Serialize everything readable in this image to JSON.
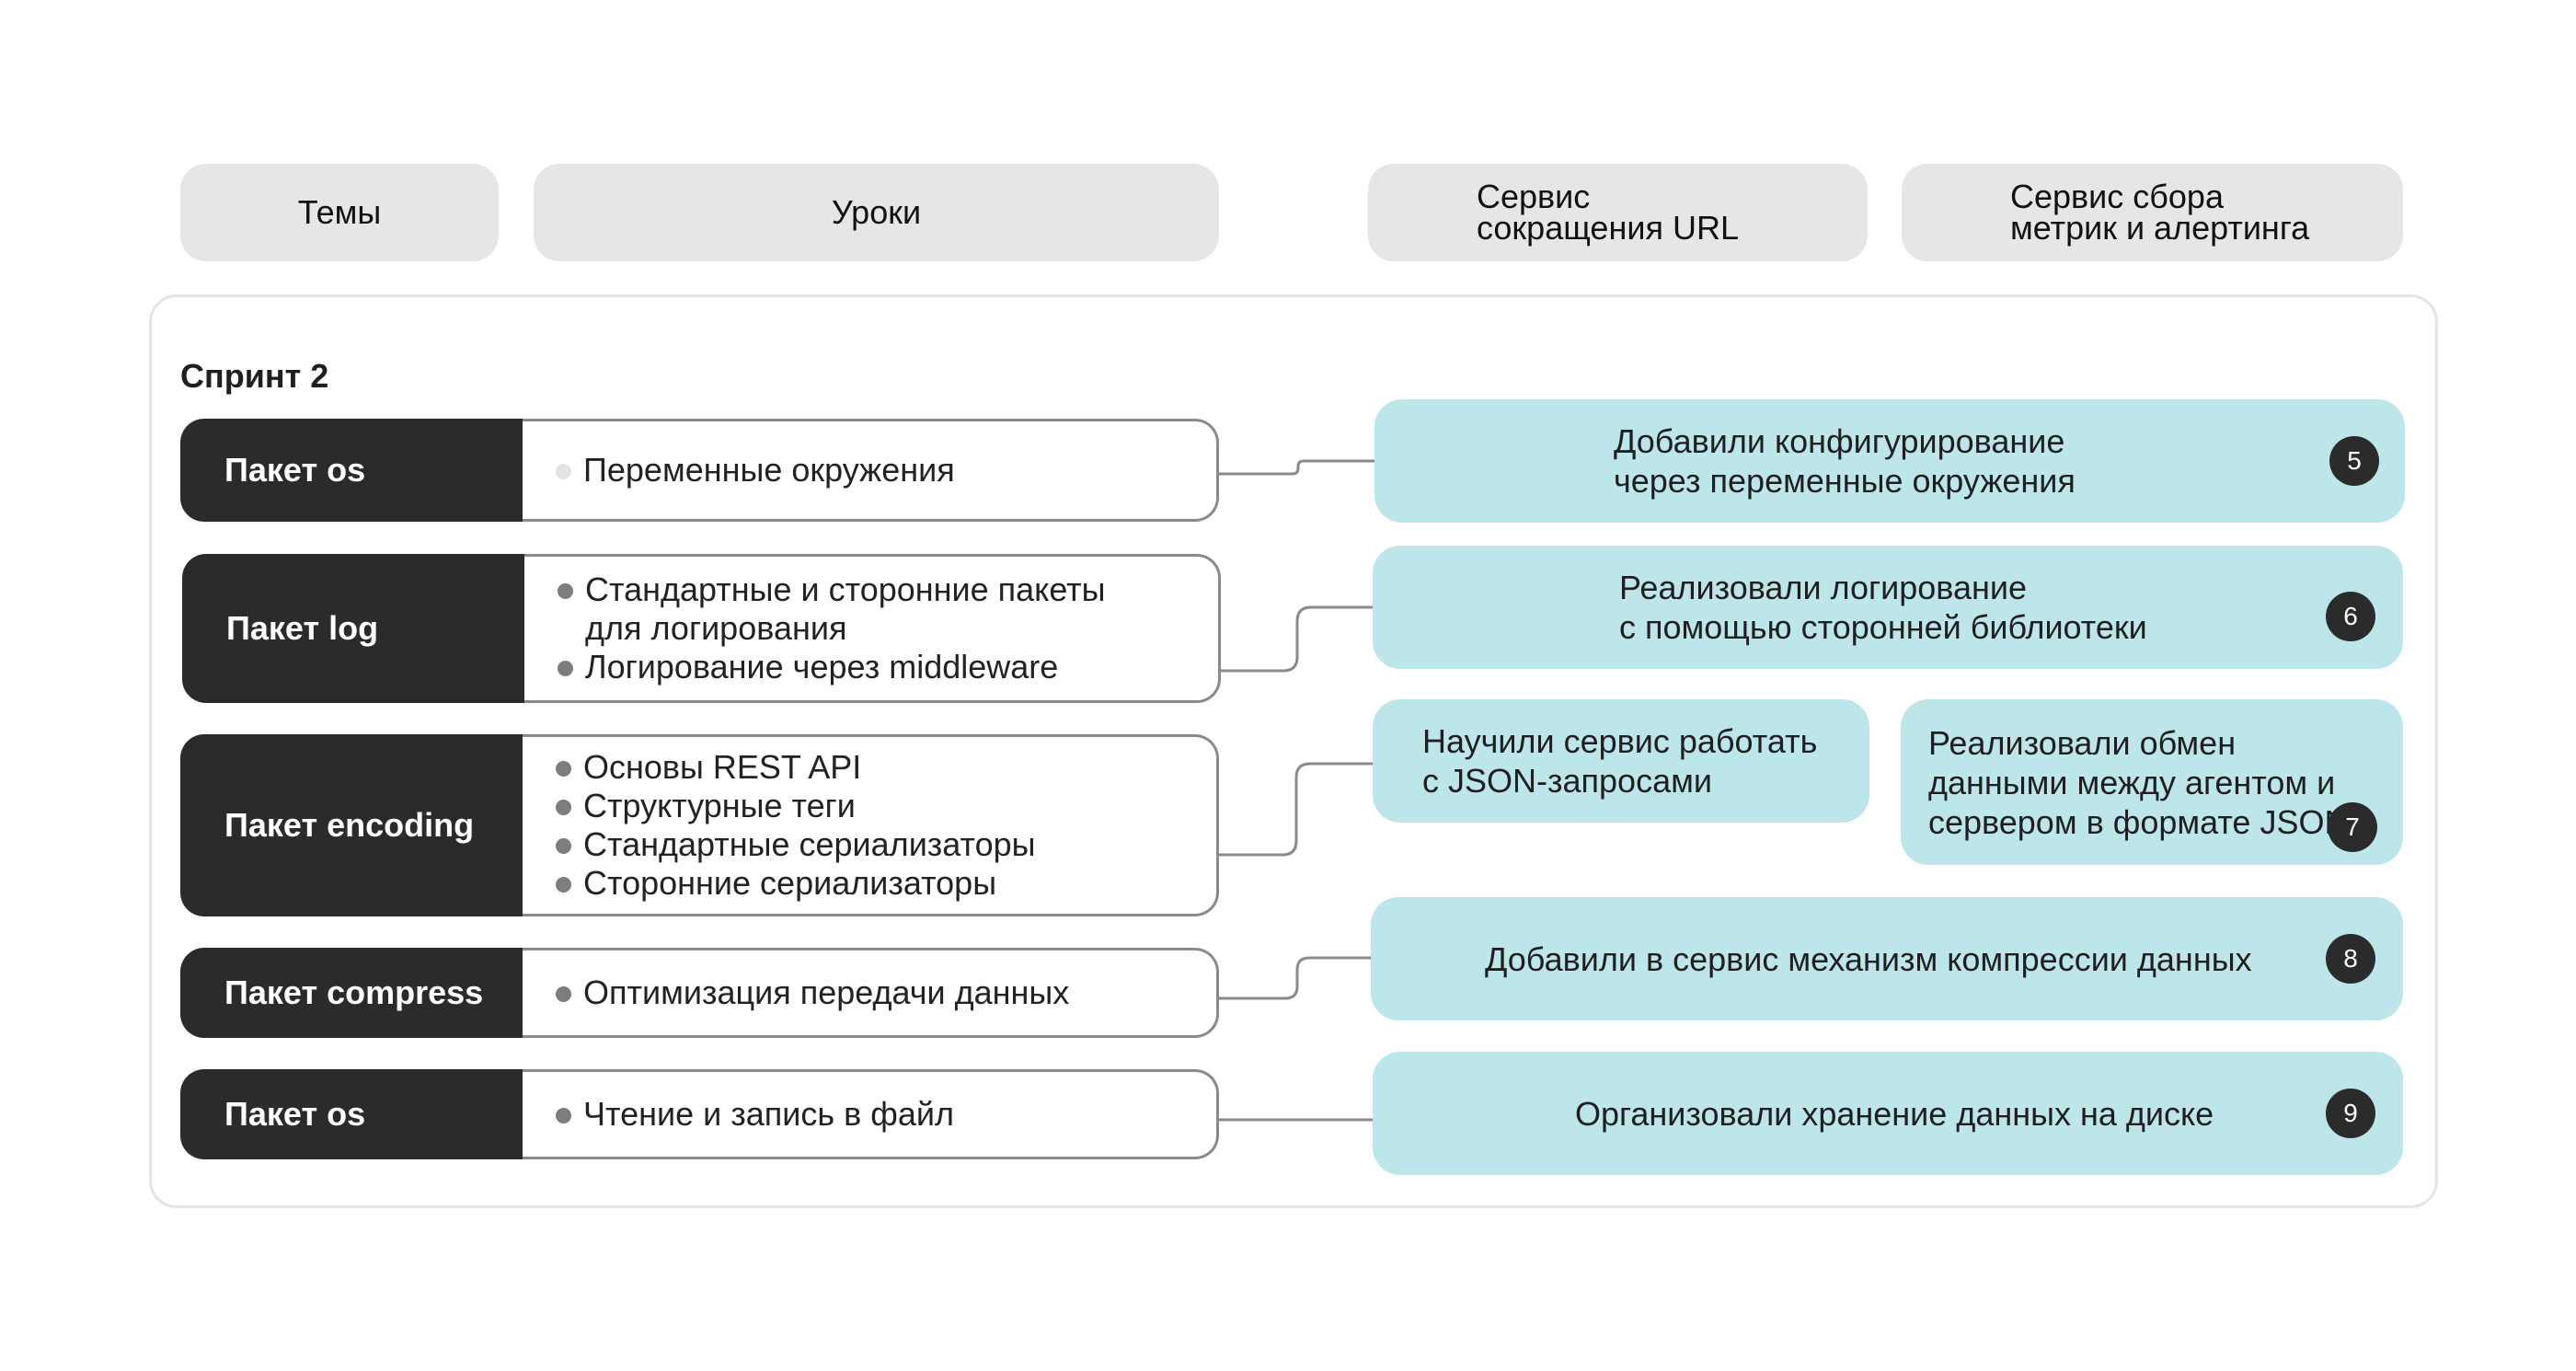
{
  "headers": {
    "topics": "Темы",
    "lessons": "Уроки",
    "service_url": [
      "Сервис",
      "сокращения URL"
    ],
    "service_metrics": [
      "Сервис сбора",
      "метрик и алертинга"
    ]
  },
  "sprint": {
    "title": "Спринт 2",
    "rows": [
      {
        "topic": "Пакет os",
        "lessons": [
          "Переменные окружения"
        ]
      },
      {
        "topic": "Пакет log",
        "lessons": [
          "Стандартные и сторонние пакеты",
          "для логирования",
          "Логирование через middleware"
        ]
      },
      {
        "topic": "Пакет encoding",
        "lessons": [
          "Основы REST API",
          "Структурные теги",
          "Стандартные сериализаторы",
          "Сторонние сериализаторы"
        ]
      },
      {
        "topic": "Пакет compress",
        "lessons": [
          "Оптимизация передачи данных"
        ]
      },
      {
        "topic": "Пакет os",
        "lessons": [
          "Чтение и запись в файл"
        ]
      }
    ],
    "results": [
      {
        "lines": [
          "Добавили конфигурирование",
          "через переменные окружения"
        ],
        "badge": "5"
      },
      {
        "lines": [
          "Реализовали логирование",
          "с помощью сторонней библиотеки"
        ],
        "badge": "6"
      },
      {
        "lines": [
          "Научили сервис работать",
          "с JSON-запросами"
        ]
      },
      {
        "lines": [
          "Реализовали обмен",
          "данными между агентом и",
          "сервером в формате JSON"
        ],
        "badge": "7"
      },
      {
        "lines": [
          "Добавили в сервис механизм компрессии данных"
        ],
        "badge": "8"
      },
      {
        "lines": [
          "Организовали хранение данных на диске"
        ],
        "badge": "9"
      }
    ]
  },
  "colors": {
    "topic_bg": "#2b2b2b",
    "result_bg": "#bde6ea",
    "header_bg": "#e6e6e6",
    "connector": "#8a8a8a"
  }
}
